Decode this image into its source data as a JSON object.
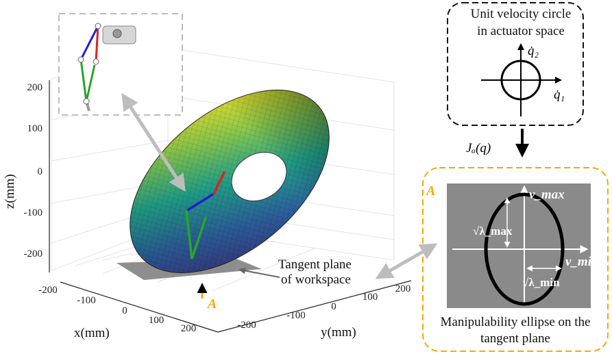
{
  "plot": {
    "z_ticks": [
      "200",
      "100",
      "0",
      "-100",
      "-200"
    ],
    "x_ticks": [
      "-200",
      "-100",
      "0",
      "100",
      "200"
    ],
    "y_ticks": [
      "-200",
      "-100",
      "0",
      "100",
      "200"
    ],
    "z_label": "z(mm)",
    "x_label": "x(mm)",
    "y_label": "y(mm)",
    "tangent_plane_label": [
      "Tangent plane",
      "of workspace"
    ],
    "point_label": "A"
  },
  "velocity_box": {
    "title": [
      "Unit velocity circle",
      "in actuator space"
    ],
    "q1_label": "q̇₁",
    "q2_label": "q̇₂"
  },
  "jacobian_label": "Jₐ(q)",
  "ellipse_box": {
    "corner_label": "A",
    "v_max": "v_max",
    "v_min": "v_min",
    "lambda_max": "√λ_max",
    "lambda_min": "√λ_min",
    "caption": [
      "Manipulability ellipse on the",
      "tangent plane"
    ]
  },
  "colors": {
    "link_blue": "#1f1fd0",
    "link_red": "#e02020",
    "link_green": "#2aa52a",
    "highlight_orange": "#f5a800",
    "panel_gray": "#8a8a8a",
    "pointer_gray": "#bdbdbd",
    "surface_dark": "#3b2f7a",
    "surface_mid": "#21a38a",
    "surface_light": "#f5dc22"
  }
}
